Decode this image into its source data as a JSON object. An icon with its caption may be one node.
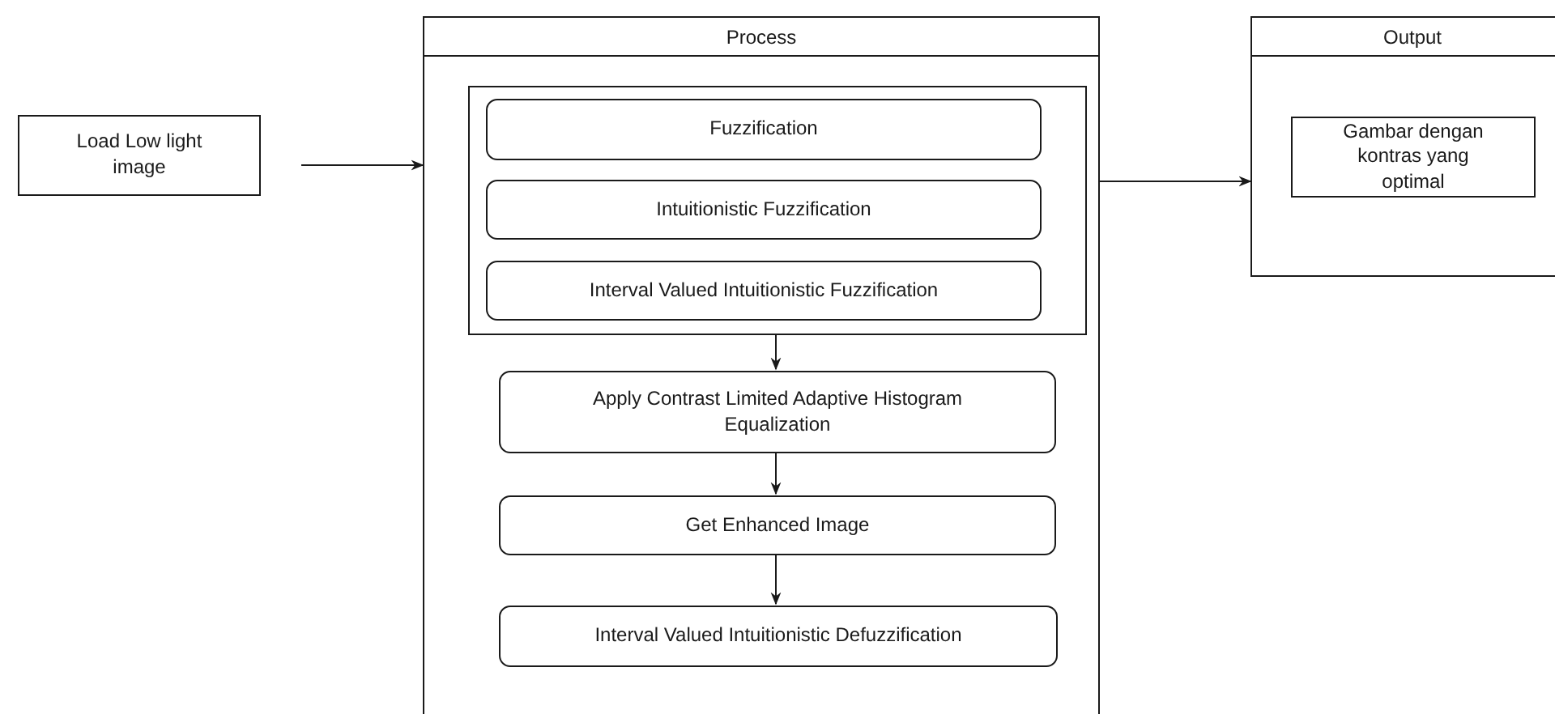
{
  "diagram": {
    "nodes": [
      {
        "text": [
          "Load Low light image"
        ]
      },
      {
        "text": [
          "Process"
        ]
      },
      {
        "text": [],
        "shape": "box",
        "in": 1
      },
      {
        "text": [
          "Fuzzification"
        ],
        "in": 2
      },
      {
        "text": [
          "Intuitionistic Fuzzification"
        ],
        "in": 2
      },
      {
        "text": [
          "Interval Valued Intuitionistic Fuzzification"
        ],
        "in": 2
      },
      {
        "text": [
          "Apply Contrast Limited Adaptive Histogram Equalization"
        ],
        "in": 1
      },
      {
        "text": [
          "Get Enhanced Image"
        ],
        "in": 1
      },
      {
        "text": [
          "Interval Valued Intuitionistic Defuzzification"
        ],
        "in": 1
      },
      {
        "text": [
          "Output"
        ]
      },
      {
        "text": [
          "Gambar dengan kontras yang optimal"
        ],
        "in": 9
      }
    ],
    "edges": [
      {
        "from": 0,
        "to": 1,
        "arrow": "to"
      },
      {
        "from": 1,
        "to": 9,
        "arrow": "to"
      },
      {
        "from": 2,
        "to": 6,
        "arrow": "to"
      },
      {
        "from": 6,
        "to": 7,
        "arrow": "to"
      },
      {
        "from": 7,
        "to": 8,
        "arrow": "to"
      }
    ]
  }
}
